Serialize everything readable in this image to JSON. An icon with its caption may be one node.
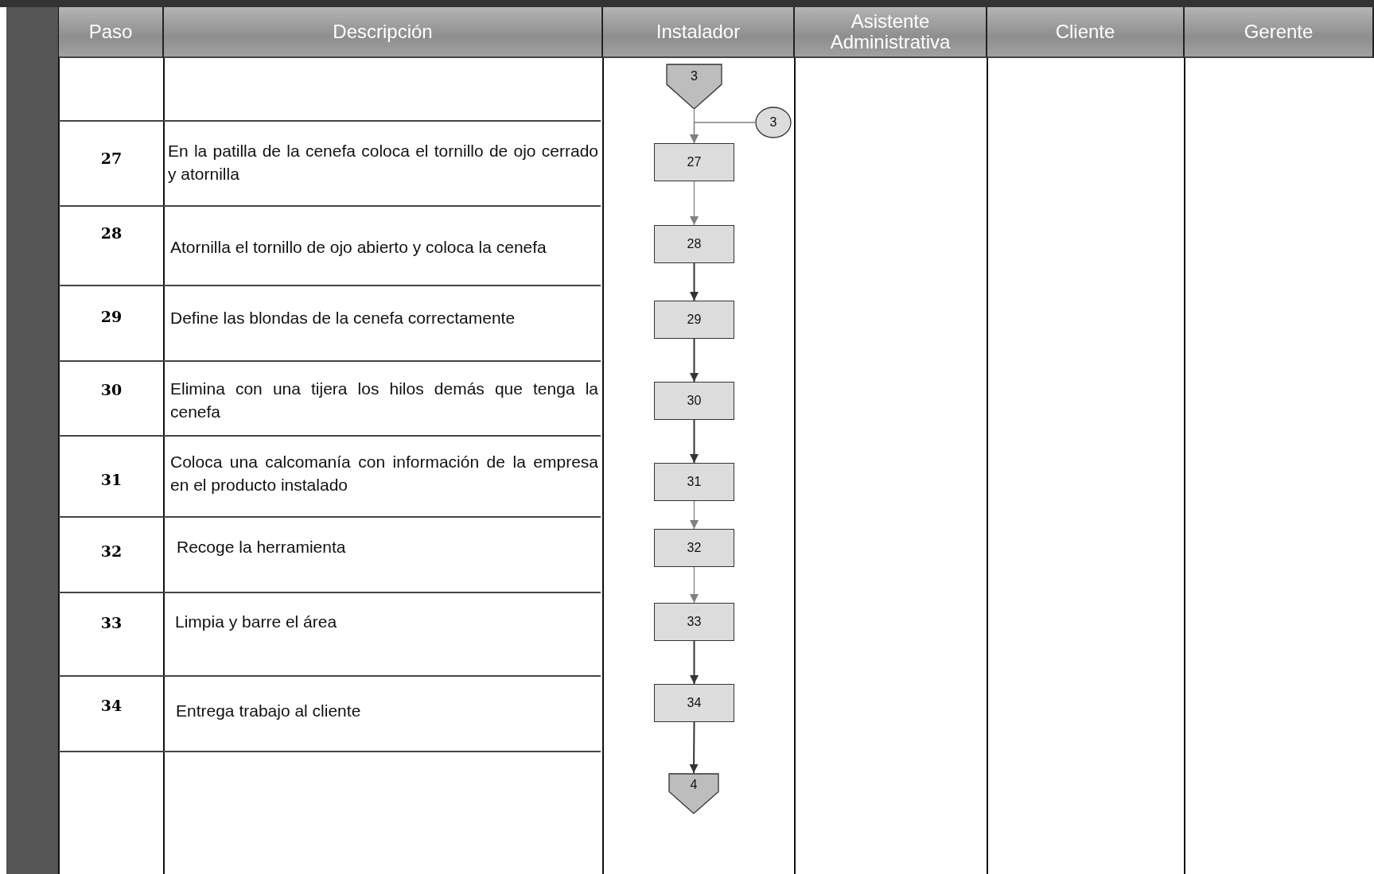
{
  "diagram": {
    "nodes": [
      {
        "text": [
          "Paso"
        ]
      },
      {
        "text": [
          "Descripción"
        ]
      },
      {
        "text": [
          "Instalador"
        ]
      },
      {
        "text": [
          "Asistente Administrativa"
        ]
      },
      {
        "text": [
          "Cliente"
        ]
      },
      {
        "text": [
          "Gerente"
        ]
      },
      {
        "text": [
          "3"
        ]
      },
      {
        "text": [
          "3"
        ]
      },
      {
        "text": [
          "27"
        ]
      },
      {
        "text": [
          "28"
        ]
      },
      {
        "text": [
          "29"
        ]
      },
      {
        "text": [
          "30"
        ]
      },
      {
        "text": [
          "31"
        ]
      },
      {
        "text": [
          "32"
        ]
      },
      {
        "text": [
          "33"
        ]
      },
      {
        "text": [
          "34"
        ]
      },
      {
        "text": [
          "4"
        ]
      }
    ],
    "edges": [
      {
        "from": 6,
        "to": 8,
        "arrow": "to",
        "color": "#808080"
      },
      {
        "from": 7,
        "to": 8,
        "arrow": "to",
        "color": "#808080"
      },
      {
        "from": 8,
        "to": 9,
        "arrow": "to",
        "color": "#808080"
      },
      {
        "from": 9,
        "to": 10,
        "arrow": "to"
      },
      {
        "from": 10,
        "to": 11,
        "arrow": "to"
      },
      {
        "from": 11,
        "to": 12,
        "arrow": "to"
      },
      {
        "from": 12,
        "to": 13,
        "arrow": "to",
        "color": "#808080"
      },
      {
        "from": 13,
        "to": 14,
        "arrow": "to",
        "color": "#808080"
      },
      {
        "from": 14,
        "to": 15,
        "arrow": "to"
      },
      {
        "from": 15,
        "to": 16,
        "arrow": "to"
      }
    ],
    "labels": [
      "27",
      "En la patilla de la cenefa coloca el tornillo de ojo cerrado y atornilla",
      "28",
      "Atornilla el tornillo de ojo abierto y coloca la cenefa",
      "29",
      "Define las blondas de la cenefa correctamente",
      "30",
      "Elimina con una tijera los hilos demás que tenga la cenefa",
      "31",
      "Coloca una calcomanía con información de la empresa en el producto instalado",
      "32",
      "Recoge la herramienta",
      "33",
      "Limpia y barre el área",
      "34",
      "Entrega trabajo al cliente"
    ]
  }
}
